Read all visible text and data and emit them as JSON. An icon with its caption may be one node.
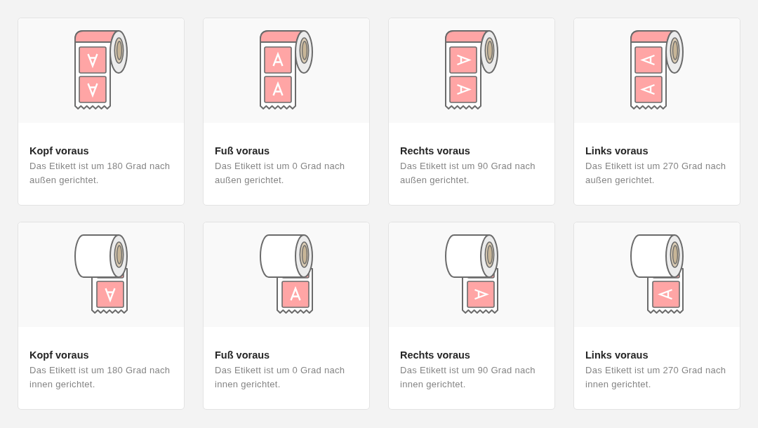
{
  "diagram": {
    "nodes": [
      {
        "text": [
          "Kopf voraus",
          "Das Etikett ist um 180 Grad nach außen gerichtet."
        ]
      },
      {
        "text": [
          "Fuß voraus",
          "Das Etikett ist um 0 Grad nach außen gerichtet."
        ]
      },
      {
        "text": [
          "Rechts voraus",
          "Das Etikett ist um 90 Grad nach außen gerichtet."
        ]
      },
      {
        "text": [
          "Links voraus",
          "Das Etikett ist um 270 Grad nach außen gerichtet."
        ]
      },
      {
        "text": [
          "Kopf voraus",
          "Das Etikett ist um 180 Grad nach innen gerichtet."
        ]
      },
      {
        "text": [
          "Fuß voraus",
          "Das Etikett ist um 0 Grad nach innen gerichtet."
        ]
      },
      {
        "text": [
          "Rechts voraus",
          "Das Etikett ist um 90 Grad nach innen gerichtet."
        ]
      },
      {
        "text": [
          "Links voraus",
          "Das Etikett ist um 270 Grad nach innen gerichtet."
        ]
      }
    ]
  }
}
